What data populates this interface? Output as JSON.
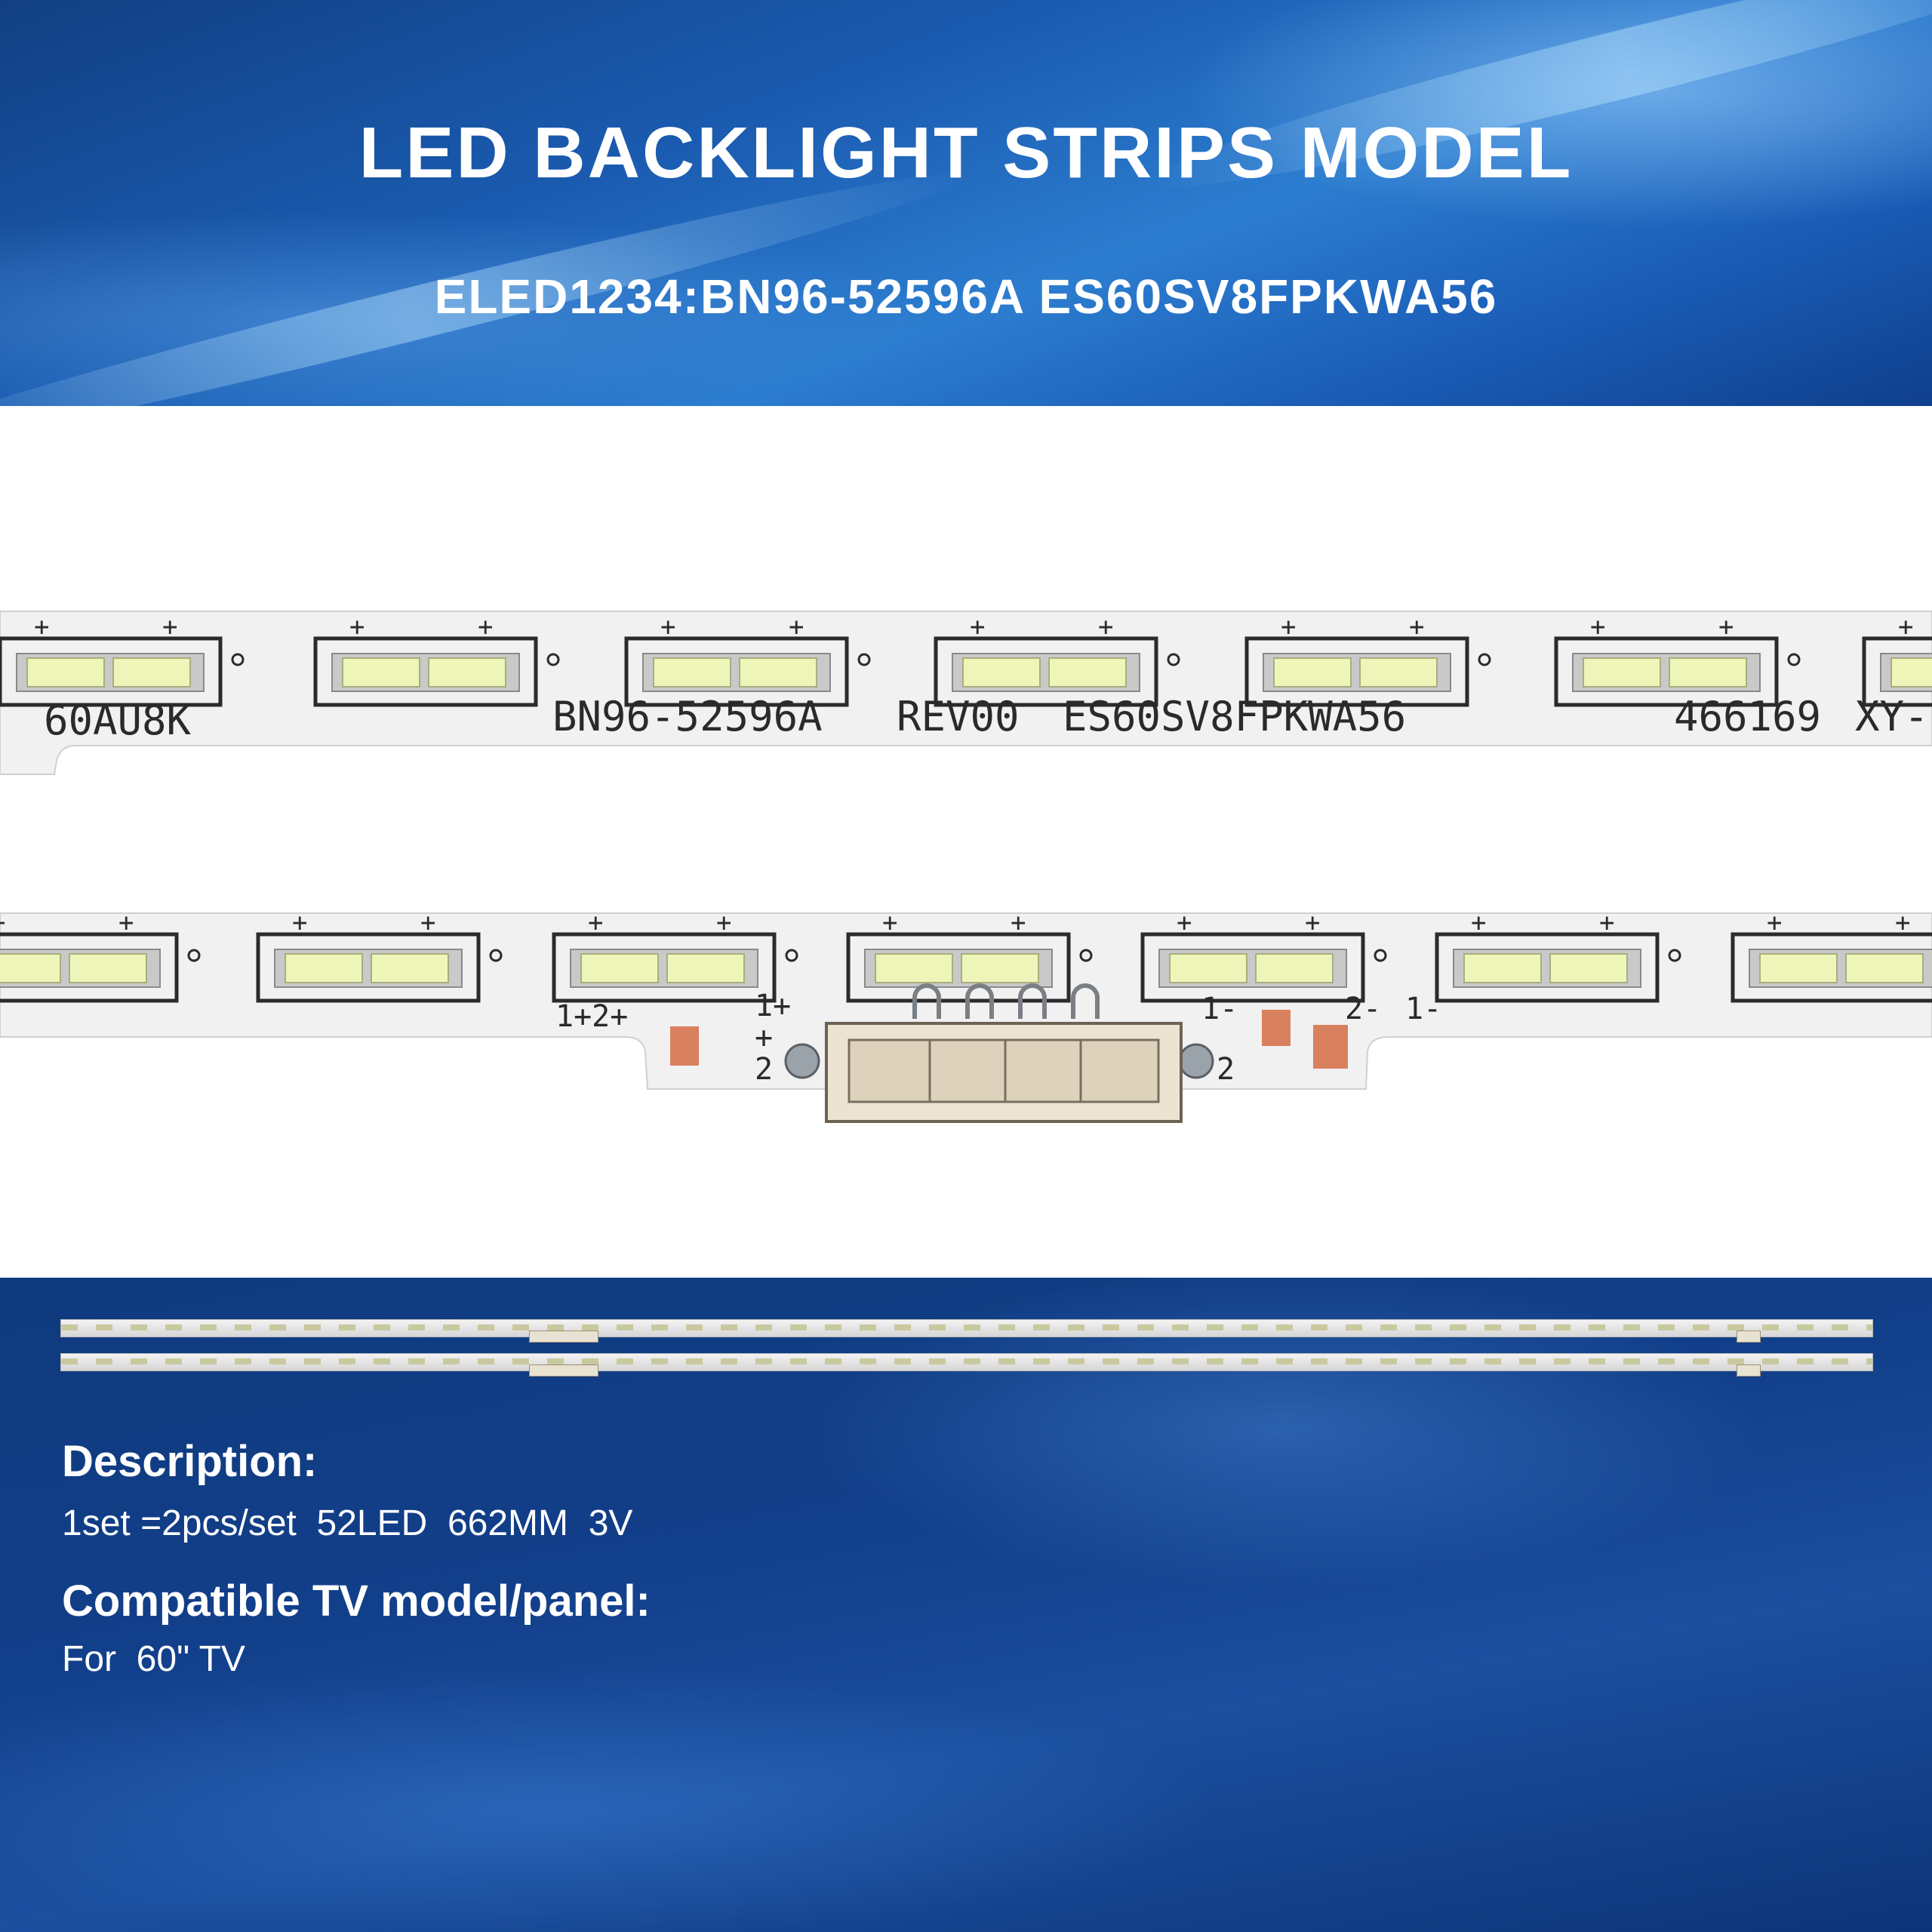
{
  "header": {
    "title": "LED BACKLIGHT STRIPS MODEL",
    "subtitle": "ELED1234:BN96-52596A ES60SV8FPKWA56"
  },
  "photo": {
    "strip_top_labels": [
      "60AU8K",
      "BN96-52596A",
      "REV00",
      "ES60SV8FPKWA56",
      "466169",
      "XY-"
    ],
    "strip_bottom_labels": [
      "1+2+",
      "1+",
      "+",
      "2",
      "1-",
      "2-",
      "1-",
      "2"
    ]
  },
  "description": {
    "heading": "Description:",
    "text": "1set =2pcs/set  52LED  662MM  3V"
  },
  "compatibility": {
    "heading": "Compatible TV model/panel:",
    "text": "For  60\" TV"
  },
  "colors": {
    "header_blue": "#1a5bb0",
    "footer_blue": "#123f8a",
    "pcb_white": "#f2f2f2",
    "led_yellow": "#eef5b8"
  }
}
